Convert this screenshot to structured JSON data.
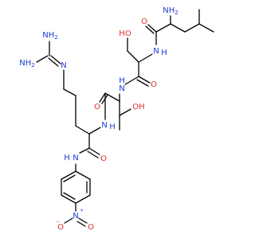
{
  "molecule": {
    "atoms": [
      {
        "id": "nh2_top",
        "text": "NH2",
        "role": "amine",
        "color": "#1b3bd6"
      },
      {
        "id": "o_leu",
        "text": "O",
        "role": "carbonyl-oxygen",
        "color": "#e0302b"
      },
      {
        "id": "oh_ser",
        "text": "HO",
        "role": "hydroxyl",
        "color": "#e0302b"
      },
      {
        "id": "n_ser",
        "text": "N",
        "role": "amide-nitrogen",
        "color": "#1b3bd6"
      },
      {
        "id": "h_ser",
        "text": "H",
        "role": "amide-hydrogen",
        "color": "#1b3bd6"
      },
      {
        "id": "o_ser",
        "text": "O",
        "role": "carbonyl-oxygen",
        "color": "#e0302b"
      },
      {
        "id": "n_thr",
        "text": "N",
        "role": "amide-nitrogen",
        "color": "#1b3bd6"
      },
      {
        "id": "h_thr",
        "text": "H",
        "role": "amide-hydrogen",
        "color": "#1b3bd6"
      },
      {
        "id": "o_thr",
        "text": "O",
        "role": "carbonyl-oxygen",
        "color": "#e0302b"
      },
      {
        "id": "oh_thr",
        "text": "OH",
        "role": "hydroxyl",
        "color": "#e0302b"
      },
      {
        "id": "n_arg",
        "text": "N",
        "role": "amide-nitrogen",
        "color": "#1b3bd6"
      },
      {
        "id": "h_arg",
        "text": "H",
        "role": "amide-hydrogen",
        "color": "#1b3bd6"
      },
      {
        "id": "nh2_g1",
        "text": "NH2",
        "role": "guanidine-amine",
        "color": "#1b3bd6"
      },
      {
        "id": "nh2_g2",
        "text": "NH2",
        "role": "guanidine-amine",
        "color": "#1b3bd6"
      },
      {
        "id": "n_g",
        "text": "N",
        "role": "guanidine-imine",
        "color": "#1b3bd6"
      },
      {
        "id": "o_arg",
        "text": "O",
        "role": "carbonyl-oxygen",
        "color": "#e0302b"
      },
      {
        "id": "n_anil",
        "text": "N",
        "role": "anilide-nitrogen",
        "color": "#1b3bd6"
      },
      {
        "id": "h_anil",
        "text": "H",
        "role": "anilide-hydrogen",
        "color": "#1b3bd6"
      },
      {
        "id": "n_nitro",
        "text": "N",
        "role": "nitro-nitrogen",
        "color": "#1b3bd6"
      },
      {
        "id": "nitro_plus",
        "text": "+",
        "role": "charge",
        "color": "#1b3bd6"
      },
      {
        "id": "o_nitro1",
        "text": "O",
        "role": "nitro-oxygen",
        "color": "#e0302b"
      },
      {
        "id": "o_nitro1_minus",
        "text": "−",
        "role": "charge",
        "color": "#e0302b"
      },
      {
        "id": "o_nitro2",
        "text": "O",
        "role": "nitro-oxygen",
        "color": "#e0302b"
      }
    ]
  }
}
